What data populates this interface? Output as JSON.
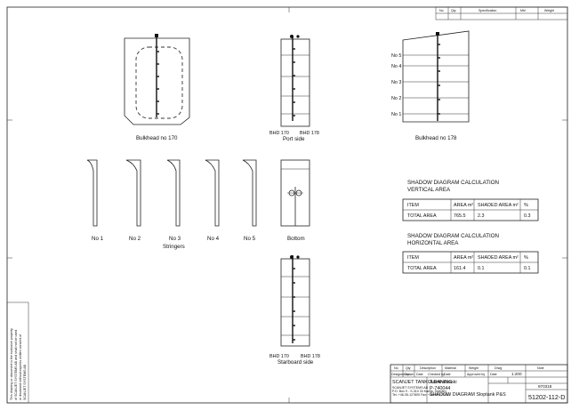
{
  "bulkhead_170": {
    "label": "Bulkhead no 170"
  },
  "port_side": {
    "label": "Port side",
    "bhd_left": "BHD 170",
    "bhd_right": "BHD 178"
  },
  "bulkhead_178": {
    "label": "Bulkhead no 178",
    "levels": [
      "No 5",
      "No 4",
      "No 3",
      "No 2",
      "No 1"
    ]
  },
  "stringers": {
    "items": [
      "No 1",
      "No 2",
      "No 3",
      "No 4",
      "No 5"
    ],
    "label": "Stringers"
  },
  "bottom": {
    "label": "Bottom"
  },
  "starboard_side": {
    "label": "Starboard side",
    "bhd_left": "BHD 170",
    "bhd_right": "BHD 178"
  },
  "calc": {
    "title": "SHADOW DIAGRAM CALCULATION",
    "vertical": {
      "subtitle": "VERTICAL AREA",
      "headers": [
        "ITEM",
        "AREA m²",
        "SHADED AREA m²",
        "%"
      ],
      "rows": [
        [
          "TOTAL AREA",
          "765.5",
          "2.3",
          "0.3"
        ]
      ]
    },
    "horizontal": {
      "subtitle": "HORIZONTAL AREA",
      "headers": [
        "ITEM",
        "AREA m²",
        "SHADED AREA m²",
        "%"
      ],
      "rows": [
        [
          "TOTAL AREA",
          "161.4",
          "0.1",
          "0.1"
        ]
      ]
    }
  },
  "top_title_block": {
    "cols": [
      "No",
      "Qty",
      "Specification",
      "Mtrl",
      "Weight"
    ]
  },
  "title_block": {
    "rev_headers": [
      "No",
      "Qty",
      "Description",
      "Material",
      "Weight",
      "Drwg",
      "Note"
    ],
    "row2": [
      "Designed by",
      "Drawn",
      "Date",
      "Checked by",
      "Date",
      "Approved by",
      "Date"
    ],
    "scale": "1:200",
    "company": "SCANJET TANKCLEANING",
    "company_lines": [
      "SCANJET SYSTEMS AB",
      "P.O. Box 9 - S-310 33 Kaelia, Sweden",
      "Tel: +46-35-127800 Fax: +46-35-127810"
    ],
    "project_lines": [
      "Admiraltieski",
      "P-740044",
      "SHADOW DIAGRAM Sloptank P&S"
    ],
    "date": "970318",
    "drawing_number": "51202-112-D"
  },
  "side_note": {
    "lines": [
      "This drawing or document is the exclusive property",
      "of SCANJET SYSTEMS AB and shall not be used",
      "or disclosed without express written consent of",
      "SCANJET SYSTEMS AB"
    ]
  }
}
